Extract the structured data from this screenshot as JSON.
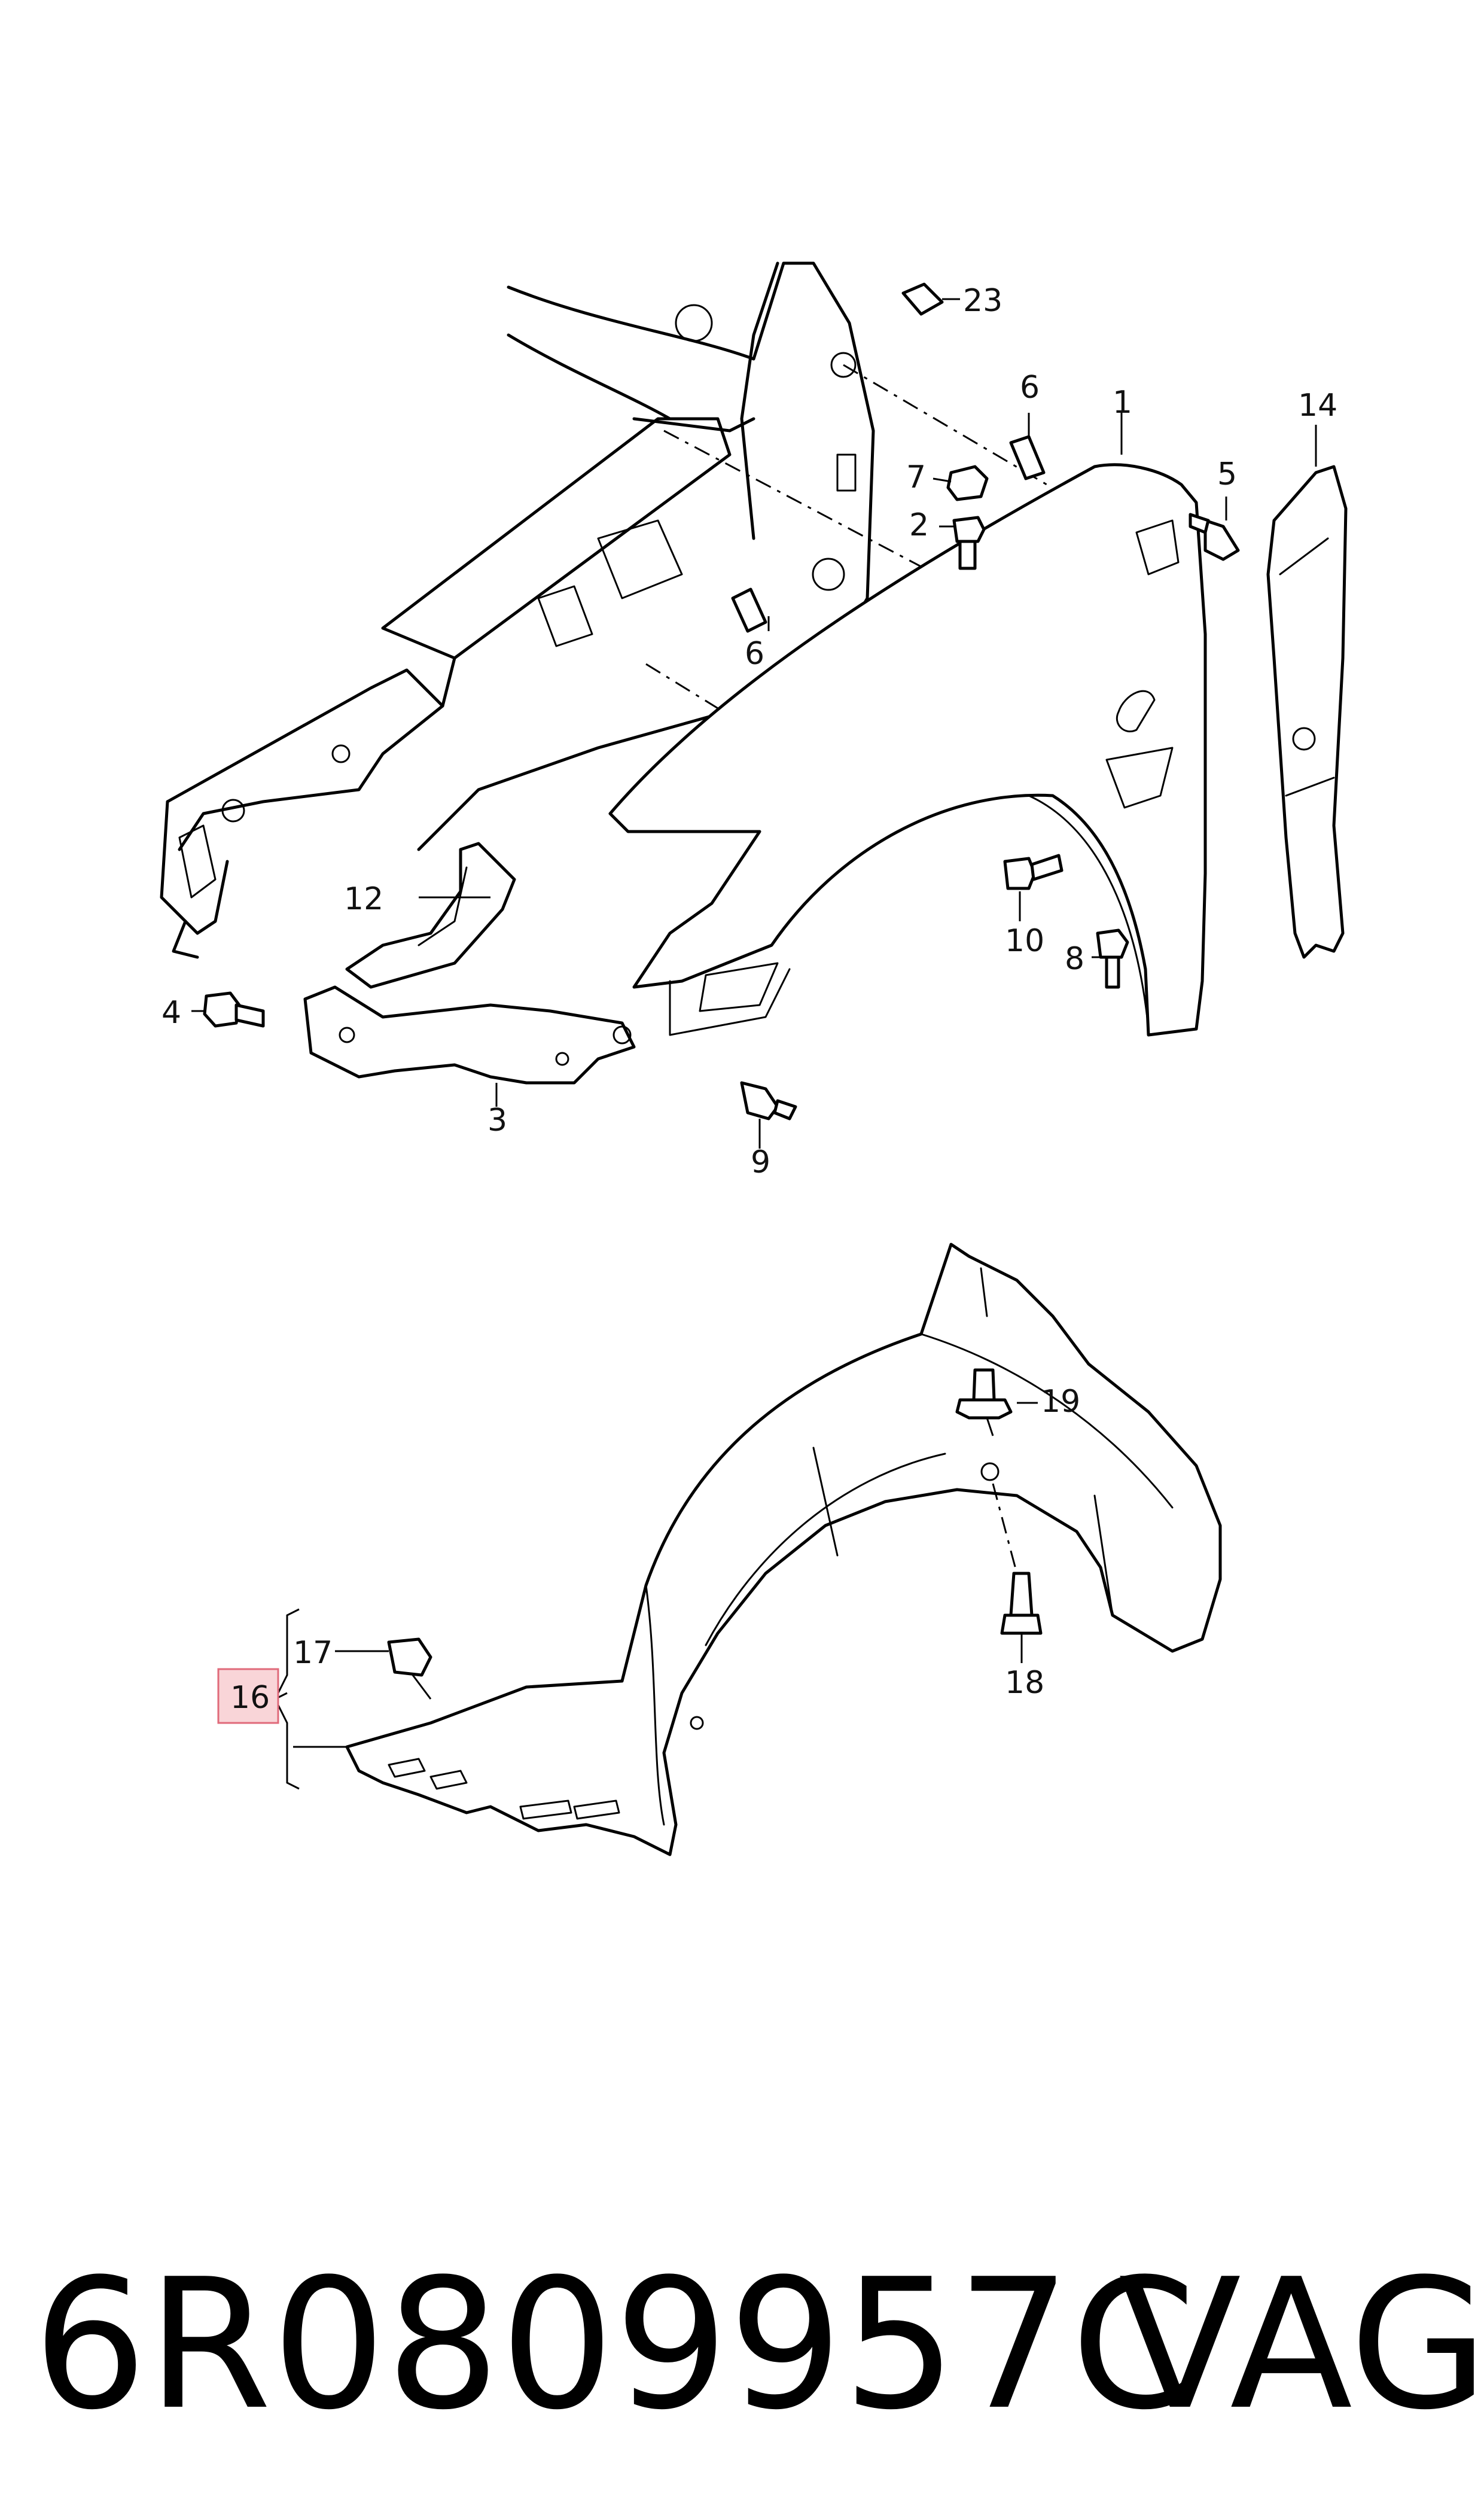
{
  "callouts": {
    "c1": "1",
    "c2": "2",
    "c3": "3",
    "c4": "4",
    "c5": "5",
    "c6a": "6",
    "c6b": "6",
    "c7": "7",
    "c8": "8",
    "c9": "9",
    "c10": "10",
    "c12": "12",
    "c14": "14",
    "c16": "16",
    "c17": "17",
    "c18": "18",
    "c19": "19",
    "c23": "23"
  },
  "part_number": "6R0809957C",
  "brand": "VAG",
  "colors": {
    "highlight_fill": "#f9d5d8",
    "highlight_border": "#e06a7a",
    "line": "#000000"
  }
}
